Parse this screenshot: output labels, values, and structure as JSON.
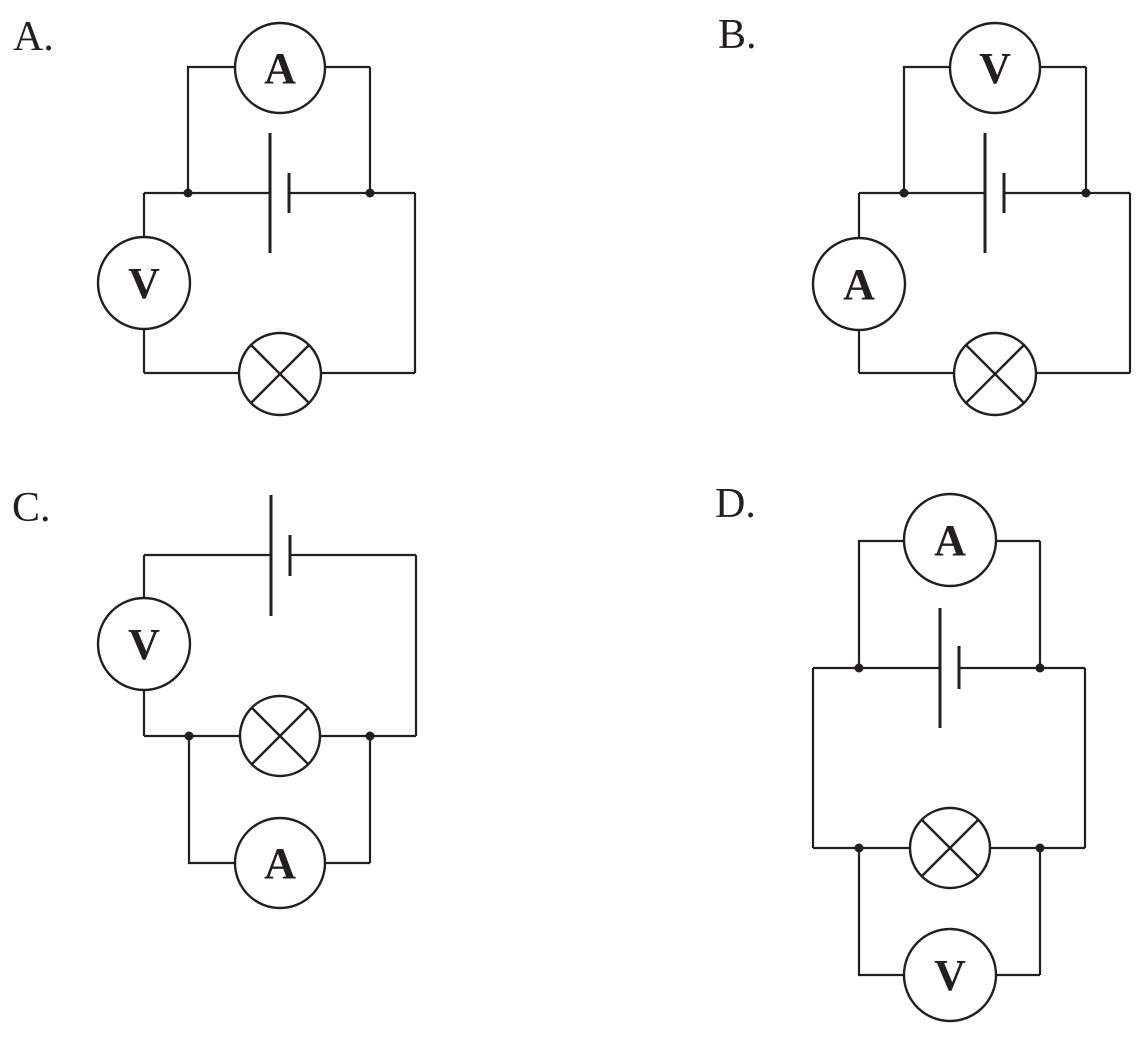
{
  "colors": {
    "ink": "#231f20",
    "background": "#ffffff"
  },
  "figure": {
    "description": "Four multiple-choice circuit diagrams, each with a cell (battery), a lamp and two meters",
    "options_count": 4
  },
  "circuits": [
    {
      "label": "A.",
      "battery": {
        "symbol": "cell",
        "placement": "series in top branch of loop"
      },
      "meters": [
        {
          "type": "ammeter",
          "letter": "A",
          "placement": "parallel across the battery (top)"
        },
        {
          "type": "voltmeter",
          "letter": "V",
          "placement": "series in left branch"
        }
      ],
      "lamp": {
        "symbol": "circle-with-cross",
        "placement": "series in bottom branch"
      }
    },
    {
      "label": "B.",
      "battery": {
        "symbol": "cell",
        "placement": "series in top branch of loop"
      },
      "meters": [
        {
          "type": "voltmeter",
          "letter": "V",
          "placement": "parallel across the battery (top)"
        },
        {
          "type": "ammeter",
          "letter": "A",
          "placement": "series in left branch"
        }
      ],
      "lamp": {
        "symbol": "circle-with-cross",
        "placement": "series in bottom branch"
      }
    },
    {
      "label": "C.",
      "battery": {
        "symbol": "cell",
        "placement": "series in top branch of loop"
      },
      "meters": [
        {
          "type": "voltmeter",
          "letter": "V",
          "placement": "series in left branch"
        },
        {
          "type": "ammeter",
          "letter": "A",
          "placement": "parallel across the lamp (below)"
        }
      ],
      "lamp": {
        "symbol": "circle-with-cross",
        "placement": "series in bottom branch"
      }
    },
    {
      "label": "D.",
      "battery": {
        "symbol": "cell",
        "placement": "series in top branch of loop"
      },
      "meters": [
        {
          "type": "ammeter",
          "letter": "A",
          "placement": "parallel across the battery (top)"
        },
        {
          "type": "voltmeter",
          "letter": "V",
          "placement": "parallel across the lamp (below)"
        }
      ],
      "lamp": {
        "symbol": "circle-with-cross",
        "placement": "series in bottom branch"
      }
    }
  ]
}
